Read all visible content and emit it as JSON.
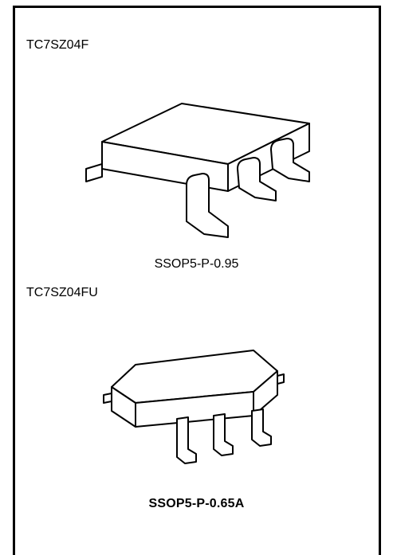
{
  "packages": [
    {
      "part_number": "TC7SZ04F",
      "package_name": "SSOP5-P-0.95"
    },
    {
      "part_number": "TC7SZ04FU",
      "package_name": "SSOP5-P-0.65A"
    }
  ],
  "colors": {
    "line": "#000000",
    "background": "#ffffff"
  }
}
